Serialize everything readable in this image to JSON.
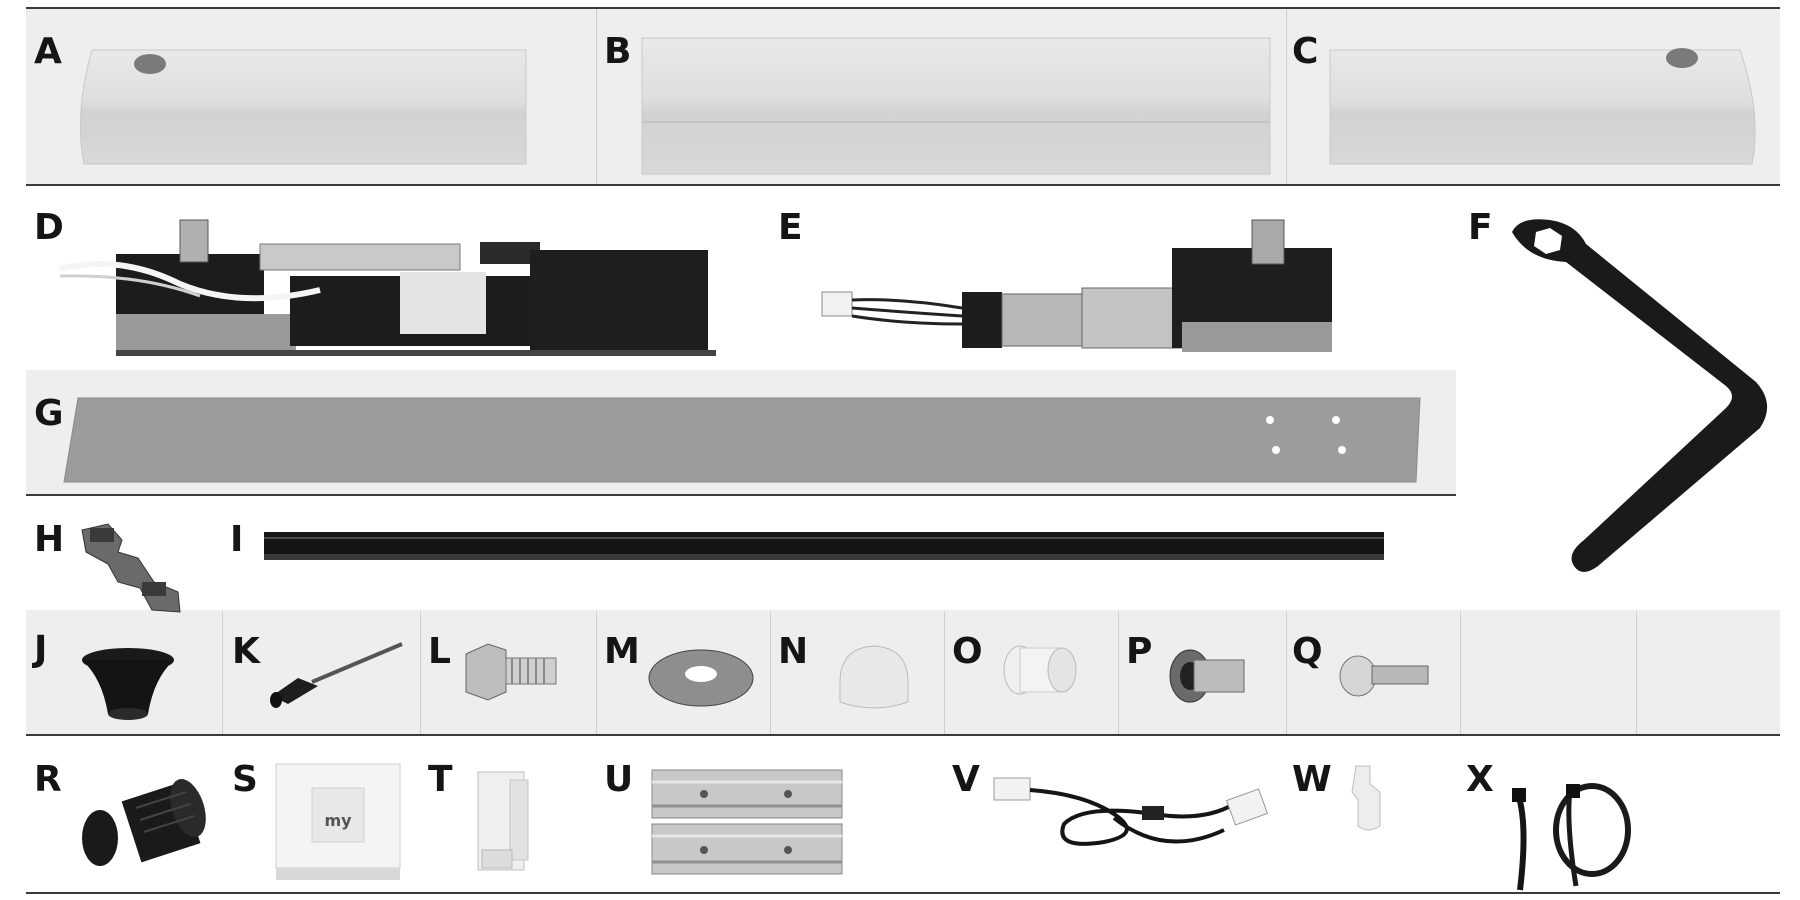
{
  "labels": {
    "A": "A",
    "B": "B",
    "C": "C",
    "D": "D",
    "E": "E",
    "F": "F",
    "G": "G",
    "H": "H",
    "I": "I",
    "J": "J",
    "K": "K",
    "L": "L",
    "M": "M",
    "N": "N",
    "O": "O",
    "P": "P",
    "Q": "Q",
    "R": "R",
    "S": "S",
    "T": "T",
    "U": "U",
    "V": "V",
    "W": "W",
    "X": "X"
  },
  "switch_text": "my",
  "colors": {
    "panel_bg": "#eeeeee",
    "rule": "#3a3a3a",
    "plastic_white": "#f0f0f0",
    "black_part": "#1a1a1a",
    "metal": "#a8a8a8"
  }
}
